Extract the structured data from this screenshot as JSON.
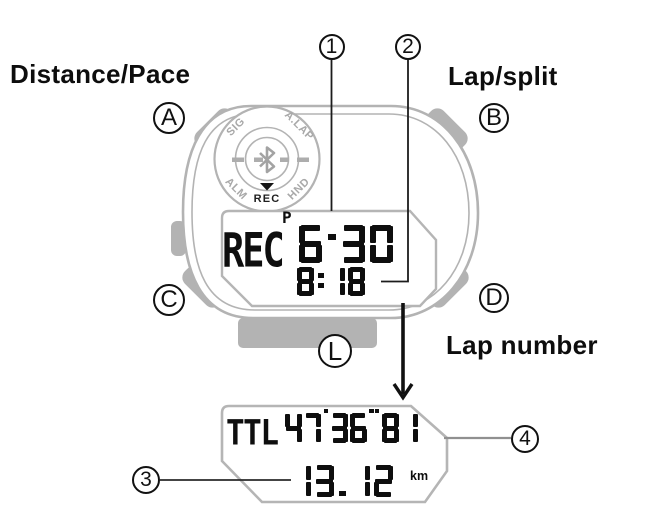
{
  "figure": {
    "annotations": {
      "top_left_label": "Distance/Pace",
      "top_right_label": "Lap/split",
      "bottom_right_label": "Lap number",
      "callout_1": "1",
      "callout_2": "2",
      "callout_3": "3",
      "callout_4": "4"
    },
    "watch": {
      "buttons": {
        "a": "A",
        "b": "B",
        "c": "C",
        "d": "D",
        "l": "L"
      },
      "dial": {
        "label_sig": "SIG",
        "label_alap": "A.LAP",
        "label_alm": "ALM",
        "label_hnd": "HND",
        "pointer_label": "REC",
        "center_icon": "bluetooth-icon"
      },
      "display_upper": {
        "indicator": "REC",
        "indicator_sup": "P",
        "pace": "6·30",
        "lap_number": "8:18"
      },
      "display_lower": {
        "indicator": "TTL",
        "total_time": "47'36\"81",
        "distance": "13.12",
        "unit": "km"
      }
    },
    "colors": {
      "case_gray": "#b3b3b3",
      "dial_gray": "#a8a8a8",
      "ink": "#111111"
    }
  }
}
